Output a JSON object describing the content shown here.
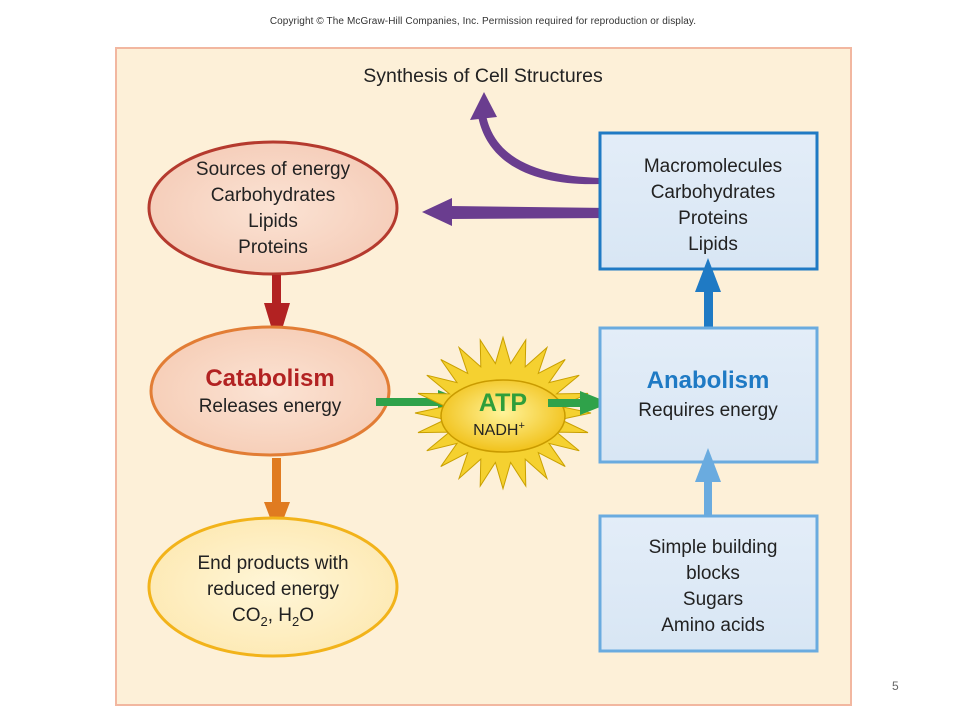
{
  "header": {
    "copyright": "Copyright © The McGraw-Hill Companies, Inc. Permission required for reproduction or display."
  },
  "synthesis": {
    "title": "Synthesis of Cell Structures"
  },
  "sources": {
    "lines": [
      "Sources of energy",
      "Carbohydrates",
      "Lipids",
      "Proteins"
    ]
  },
  "macromolecules": {
    "lines": [
      "Macromolecules",
      "Carbohydrates",
      "Proteins",
      "Lipids"
    ]
  },
  "catabolism": {
    "title": "Catabolism",
    "subtitle": "Releases energy"
  },
  "anabolism": {
    "title": "Anabolism",
    "subtitle": "Requires energy"
  },
  "energy": {
    "atp": "ATP",
    "nadh": "NADH",
    "nadh_sup": "+"
  },
  "end_products": {
    "line1": "End products with",
    "line2": "reduced energy",
    "co": "CO",
    "co_sub": "2",
    "sep": ", H",
    "h_sub": "2",
    "o": "O"
  },
  "building_blocks": {
    "lines": [
      "Simple building",
      "blocks",
      "Sugars",
      "Amino acids"
    ]
  },
  "footer": {
    "page_number": "5"
  },
  "colors": {
    "panel_bg": "#fdf0d8",
    "panel_border": "#f2b7a0",
    "catabolism_red": "#b22222",
    "anabolism_blue": "#1f7ac4",
    "purple_arrow": "#6a3d8f",
    "green_arrow": "#2fa24a",
    "orange_arrow": "#e07b20",
    "light_blue_arrow": "#6aabdf",
    "atp_green": "#2f9e3a",
    "burst_yellow": "#f5d130"
  }
}
